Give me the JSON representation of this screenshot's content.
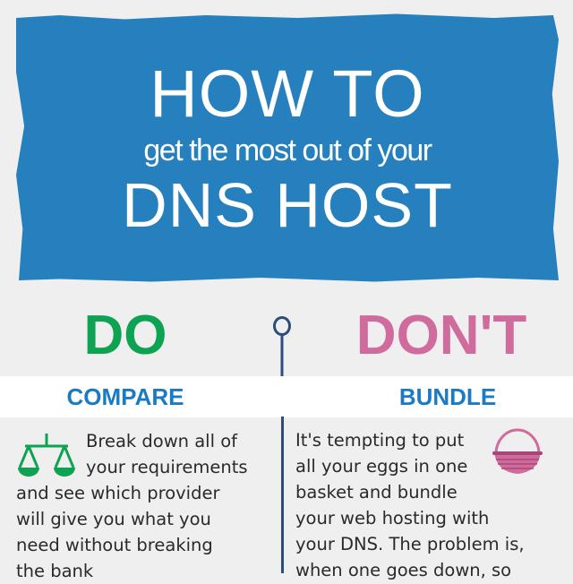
{
  "banner": {
    "title_line1": "HOW TO",
    "title_line2": "get the most out of your",
    "title_line3": "DNS HOST",
    "background_color": "#2580bd"
  },
  "columns": {
    "do": {
      "label": "DO",
      "color": "#0ea352",
      "heading": "COMPARE",
      "icon": "scales-icon",
      "text_lines": [
        "Break down all of",
        "your requirements",
        "and see which provider",
        "will give you what you",
        "need without breaking",
        "the bank"
      ]
    },
    "dont": {
      "label": "DON'T",
      "color": "#cf6c9d",
      "heading": "BUNDLE",
      "icon": "basket-icon",
      "text_lines": [
        "It's tempting to put",
        "all your eggs in one",
        "basket and bundle",
        "your web hosting with",
        "your DNS. The problem is,",
        "when one goes down, so"
      ]
    }
  },
  "colors": {
    "heading_blue": "#1a7bc4",
    "divider": "#2b4d7d"
  }
}
